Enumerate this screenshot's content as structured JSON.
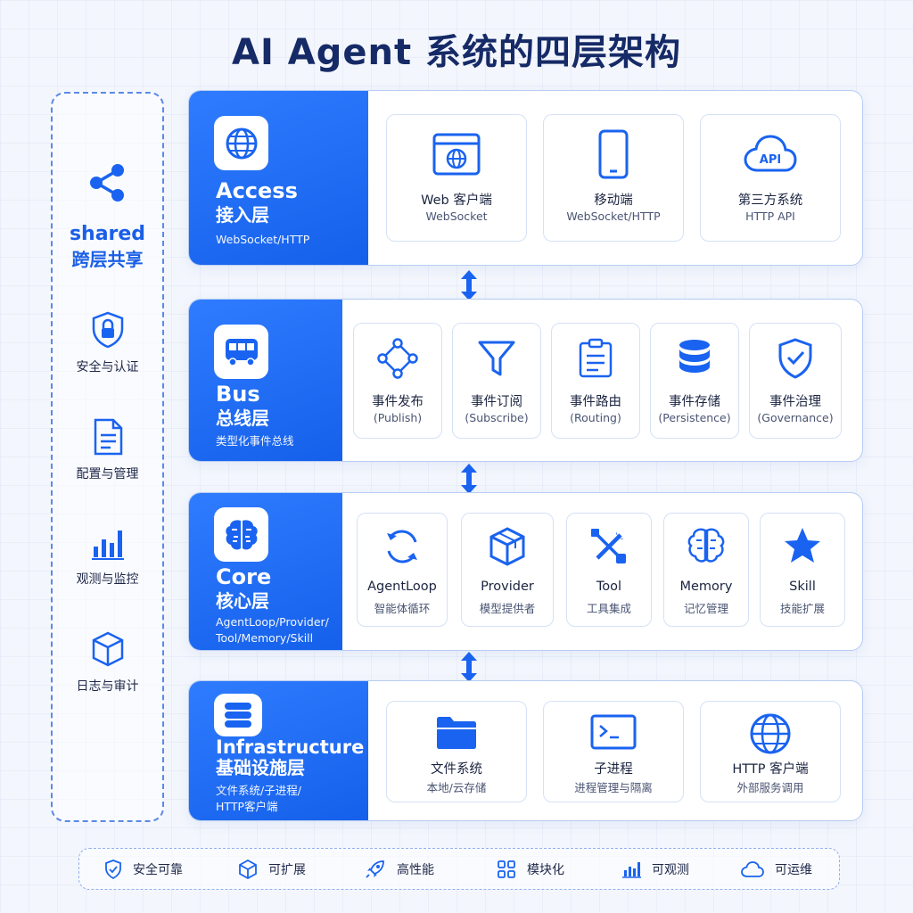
{
  "title": "AI Agent 系统的四层架构",
  "shared": {
    "title": "shared",
    "subtitle": "跨层共享",
    "items": [
      "安全与认证",
      "配置与管理",
      "观测与监控",
      "日志与审计"
    ]
  },
  "layers": {
    "access": {
      "en": "Access",
      "cn": "接入层",
      "desc": "WebSocket/HTTP",
      "cards": [
        {
          "title": "Web 客户端",
          "sub": "WebSocket"
        },
        {
          "title": "移动端",
          "sub": "WebSocket/HTTP"
        },
        {
          "title": "第三方系统",
          "sub": "HTTP API"
        }
      ],
      "api_text": "API"
    },
    "bus": {
      "en": "Bus",
      "cn": "总线层",
      "desc": "类型化事件总线",
      "cards": [
        {
          "title": "事件发布",
          "sub": "(Publish)"
        },
        {
          "title": "事件订阅",
          "sub": "(Subscribe)"
        },
        {
          "title": "事件路由",
          "sub": "(Routing)"
        },
        {
          "title": "事件存储",
          "sub": "(Persistence)"
        },
        {
          "title": "事件治理",
          "sub": "(Governance)"
        }
      ]
    },
    "core": {
      "en": "Core",
      "cn": "核心层",
      "desc1": "AgentLoop/Provider/",
      "desc2": "Tool/Memory/Skill",
      "cards": [
        {
          "title": "AgentLoop",
          "sub": "智能体循环"
        },
        {
          "title": "Provider",
          "sub": "模型提供者"
        },
        {
          "title": "Tool",
          "sub": "工具集成"
        },
        {
          "title": "Memory",
          "sub": "记忆管理"
        },
        {
          "title": "Skill",
          "sub": "技能扩展"
        }
      ]
    },
    "infra": {
      "en": "Infrastructure",
      "cn": "基础设施层",
      "desc1": "文件系统/子进程/",
      "desc2": "HTTP客户端",
      "cards": [
        {
          "title": "文件系统",
          "sub": "本地/云存储"
        },
        {
          "title": "子进程",
          "sub": "进程管理与隔离"
        },
        {
          "title": "HTTP 客户端",
          "sub": "外部服务调用"
        }
      ]
    }
  },
  "bottom": [
    "安全可靠",
    "可扩展",
    "高性能",
    "模块化",
    "可观测",
    "可运维"
  ],
  "colors": {
    "primary": "#1a63f0",
    "title": "#152a66",
    "border": "#b7cdf3"
  }
}
